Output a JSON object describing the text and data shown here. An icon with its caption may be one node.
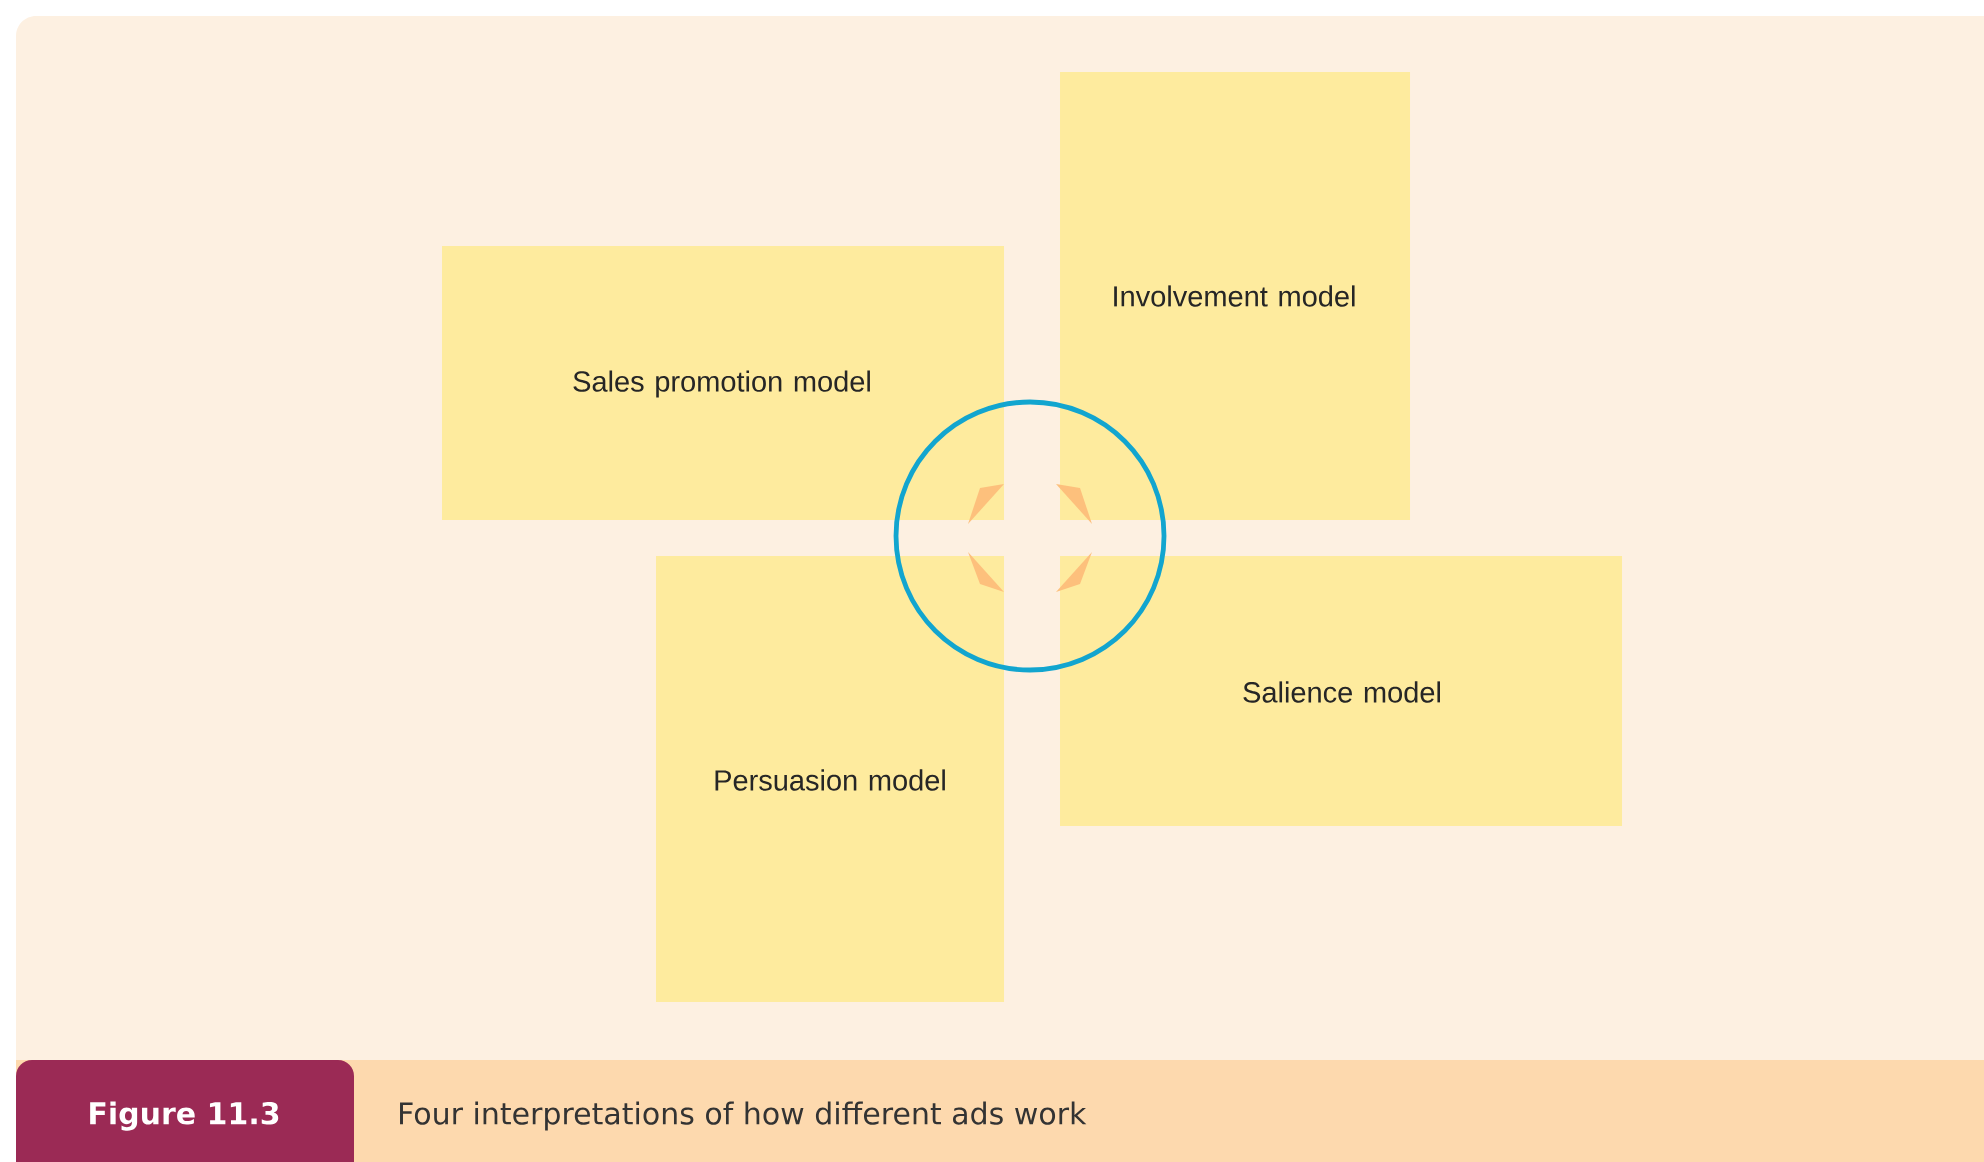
{
  "diagram": {
    "caption": "Four interpretations of how different ads work",
    "nodes": [
      {
        "text": [
          "Sales promotion model"
        ]
      },
      {
        "text": [
          "Involvement model"
        ]
      },
      {
        "text": [
          "Persuasion model"
        ]
      },
      {
        "text": [
          "Salience model"
        ]
      }
    ],
    "labels": [
      "Figure 11.3"
    ]
  }
}
